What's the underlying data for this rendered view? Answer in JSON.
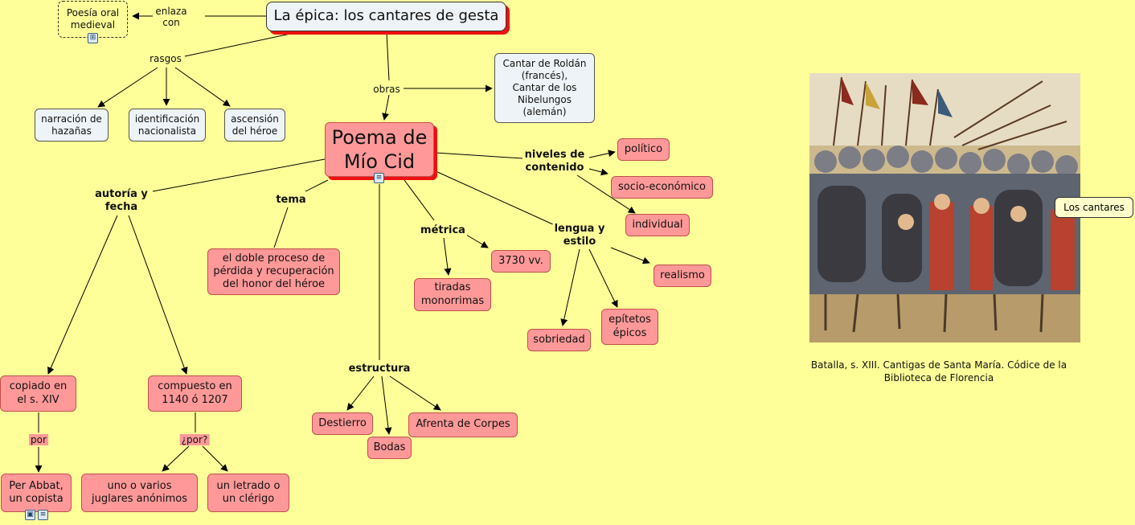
{
  "title": "La épica: los cantares de gesta",
  "nodes": {
    "poesia_oral": "Poesía oral\nmedieval",
    "narracion": "narración de\nhazañas",
    "identificacion": "identificación\nnacionalista",
    "ascension": "ascensión\ndel héroe",
    "cantar_roldan": "Cantar de Roldán\n(francés),\nCantar de los\nNibelungos\n(alemán)",
    "mio_cid": "Poema de\nMío Cid",
    "politico": "político",
    "socio": "socio-económico",
    "individual": "individual",
    "doble_proceso": "el doble proceso de\npérdida y recuperación\ndel honor del héroe",
    "vv": "3730 vv.",
    "tiradas": "tiradas\nmonorrimas",
    "realismo": "realismo",
    "epitetos": "epítetos\népicos",
    "sobriedad": "sobriedad",
    "copiado": "copiado en\nel s. XIV",
    "compuesto": "compuesto en\n1140 ó 1207",
    "destierro": "Destierro",
    "bodas": "Bodas",
    "afrenta": "Afrenta de Corpes",
    "per_abbat": "Per Abbat,\nun copista",
    "juglares": "uno o varios\njuglares anónimos",
    "letrado": "un letrado o\nun clérigo"
  },
  "labels": {
    "enlaza": "enlaza\ncon",
    "rasgos": "rasgos",
    "obras": "obras",
    "niveles": "niveles de\ncontenido",
    "autoria": "autoría y\nfecha",
    "tema": "tema",
    "metrica": "métrica",
    "lengua": "lengua y\nestilo",
    "estructura": "estructura",
    "por": "por",
    "porq": "¿por?"
  },
  "icons": {
    "poesia_oral": "concept-map-icon",
    "mio_cid": "document-icon",
    "per_abbat_image": "image-icon",
    "per_abbat_doc": "document-icon"
  },
  "tooltip": "Los cantares",
  "caption": "Batalla, s. XIII. Cantigas de Santa María. Códice de la Biblioteca de Florencia",
  "colors": {
    "background": "#ffff99",
    "concept_pink": "#ff9999",
    "concept_blue": "#eef3f7",
    "shadow_red": "#ee1111"
  }
}
